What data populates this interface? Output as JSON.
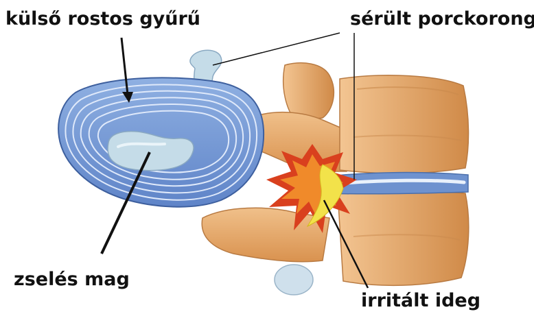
{
  "labels": {
    "outer_ring": "külső rostos gyűrű",
    "damaged_disc": "sérült porckorong",
    "gel_nucleus": "zselés mag",
    "irritated_nerve": "irritált ideg"
  },
  "colors": {
    "annulus_fill": "#7f9fd8",
    "annulus_ring": "#dfe9fa",
    "nucleus": "#c5dce8",
    "bone": "#e5aa6c",
    "bone_shade": "#c5834a",
    "irritation_orange": "#f08a2a",
    "irritation_red": "#d9401e",
    "nerve_yellow": "#f2e24a",
    "text": "#111111"
  }
}
